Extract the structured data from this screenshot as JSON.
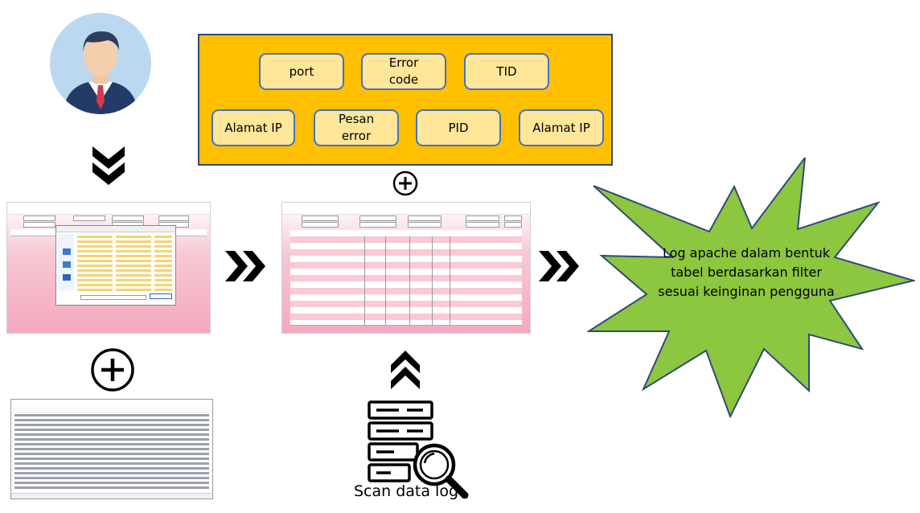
{
  "filter_fields": {
    "port": "port",
    "error_code": "Error code",
    "tid": "TID",
    "alamat_ip_1": "Alamat IP",
    "pesan_error": "Pesan error",
    "pid": "PID",
    "alamat_ip_2": "Alamat IP"
  },
  "result_label": "Log apache dalam bentuk tabel berdasarkan filter sesuai keinginan pengguna",
  "scan_label": "Scan data log",
  "colors": {
    "panel": "#ffc000",
    "pill": "#ffe699",
    "pill_border": "#4472c4",
    "burst": "#8dc63f",
    "arrow": "#000000"
  }
}
